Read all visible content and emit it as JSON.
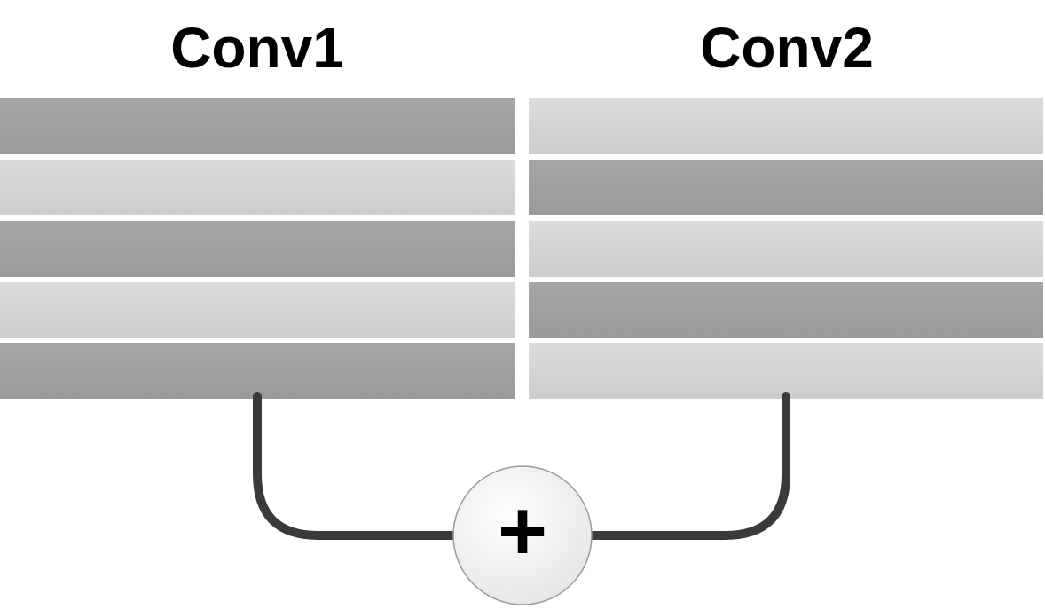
{
  "diagram": {
    "left_title": "Conv1",
    "right_title": "Conv2",
    "left_bars": [
      {
        "shade": "dark"
      },
      {
        "shade": "light"
      },
      {
        "shade": "dark"
      },
      {
        "shade": "light"
      },
      {
        "shade": "dark"
      }
    ],
    "right_bars": [
      {
        "shade": "light"
      },
      {
        "shade": "dark"
      },
      {
        "shade": "light"
      },
      {
        "shade": "dark"
      },
      {
        "shade": "light"
      }
    ],
    "operator": {
      "symbol": "+",
      "icon": "plus-icon"
    },
    "colors": {
      "dark_bar": "#a0a0a0",
      "light_bar": "#d4d4d4",
      "connector": "#3a3a3a",
      "node_fill": "#f2f2f2"
    }
  }
}
